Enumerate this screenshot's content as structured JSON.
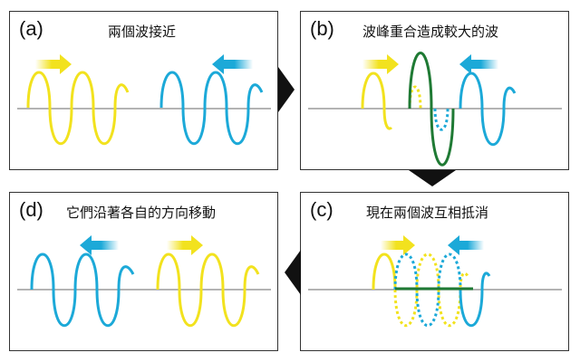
{
  "panels": {
    "a": {
      "letter": "(a)",
      "title": "兩個波接近"
    },
    "b": {
      "letter": "(b)",
      "title": "波峰重合造成較大的波"
    },
    "c": {
      "letter": "(c)",
      "title": "現在兩個波互相抵消"
    },
    "d": {
      "letter": "(d)",
      "title": "它們沿著各自的方向移動"
    }
  },
  "colors": {
    "yellow": "#f2e21e",
    "blue": "#1ca9d8",
    "green": "#1f7a34",
    "axis": "#9a9a9a",
    "connector": "#111111"
  }
}
